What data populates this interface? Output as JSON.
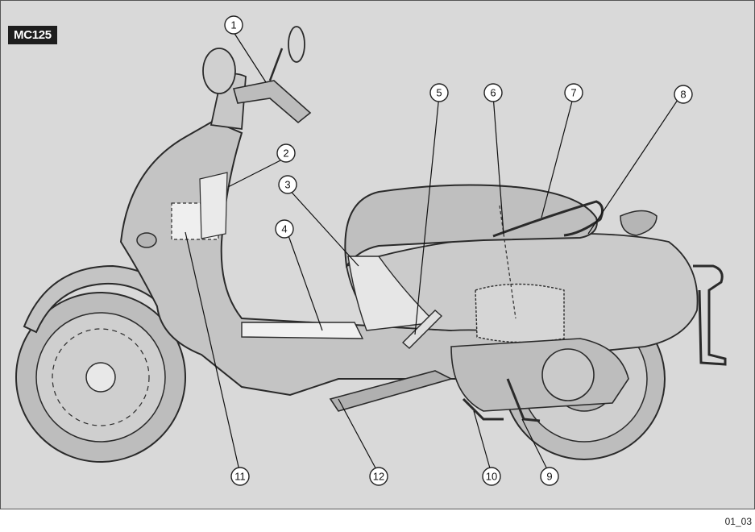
{
  "model_label": "MC125",
  "figure_code": "01_03",
  "callouts": [
    "1",
    "2",
    "3",
    "4",
    "5",
    "6",
    "7",
    "8",
    "9",
    "10",
    "11",
    "12"
  ],
  "colors": {
    "background": "#d9d9d9",
    "body_panel": "#c4c4c4",
    "outline": "#2a2a2a",
    "highlight": "#f2f2f2"
  }
}
